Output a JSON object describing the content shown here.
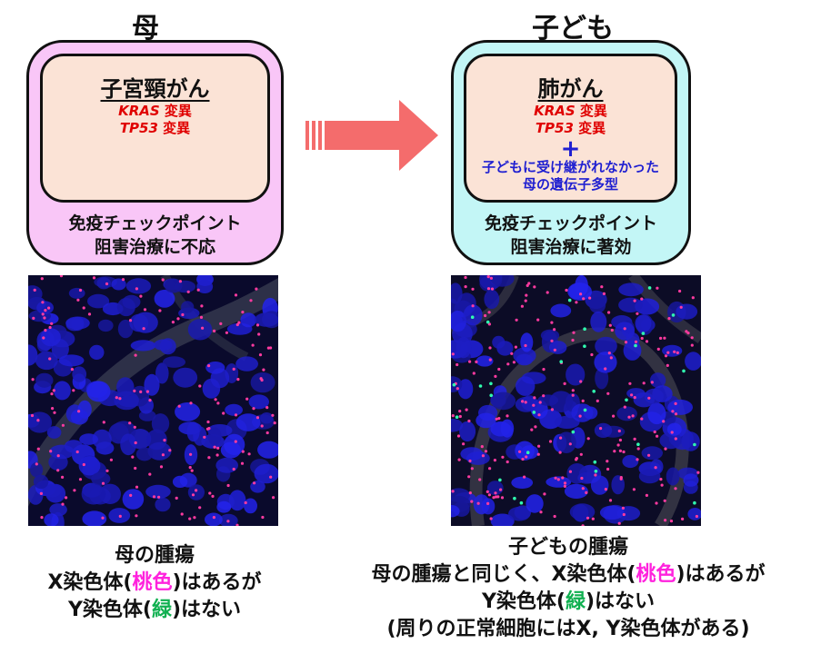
{
  "mother": {
    "heading": "母",
    "cancer": "子宮頸がん",
    "mutations": [
      {
        "gene": "KRAS",
        "suffix": " 変異"
      },
      {
        "gene": "TP53",
        "suffix": " 変異"
      }
    ],
    "response_lines": [
      "免疫チェックポイント",
      "阻害治療に不応"
    ],
    "caption": {
      "line1": "母の腫瘍",
      "x_prefix": "X染色体(",
      "x_color_word": "桃色",
      "x_suffix": ")はあるが",
      "y_prefix": "Y染色体(",
      "y_color_word": "緑",
      "y_suffix": ")はない"
    }
  },
  "child": {
    "heading": "子ども",
    "cancer": "肺がん",
    "mutations": [
      {
        "gene": "KRAS",
        "suffix": " 変異"
      },
      {
        "gene": "TP53",
        "suffix": " 変異"
      }
    ],
    "plus": "+",
    "extra_lines": [
      "子どもに受け継がれなかった",
      "母の遺伝子多型"
    ],
    "response_lines": [
      "免疫チェックポイント",
      "阻害治療に著効"
    ],
    "caption": {
      "line1": "子どもの腫瘍",
      "x_prefix": "母の腫瘍と同じく、X染色体(",
      "x_color_word": "桃色",
      "x_suffix": ")はあるが",
      "y_prefix": "Y染色体(",
      "y_color_word": "緑",
      "y_suffix": ")はない",
      "line4": "(周りの正常細胞にはX, Y染色体がある)"
    }
  },
  "colors": {
    "mother_outer": "#f9c6f7",
    "child_outer": "#c3f6f6",
    "inner_fill": "#fbe3d6",
    "mutation_red": "#e00000",
    "polymorphism_blue": "#1f1fd1",
    "x_chromosome": "#ff22dd",
    "y_chromosome": "#10b050",
    "arrow": "#f46c6c"
  }
}
